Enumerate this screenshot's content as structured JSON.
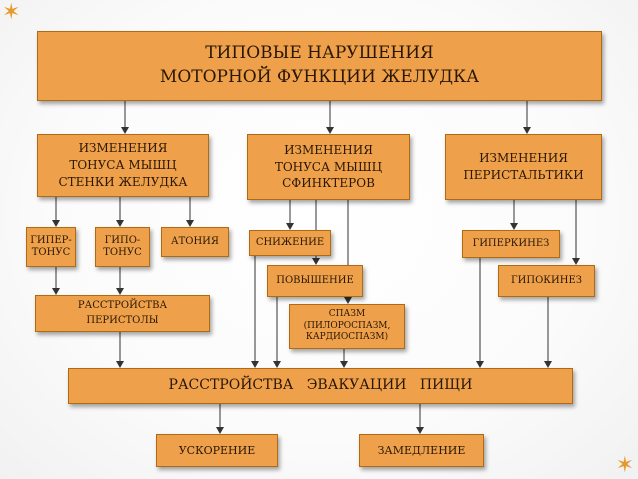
{
  "title": "ТИПОВЫЕ  НАРУШЕНИЯ\nМОТОРНОЙ  ФУНКЦИИ  ЖЕЛУДКА",
  "level1": {
    "wall": "ИЗМЕНЕНИЯ\nТОНУСА  МЫШЦ\nСТЕНКИ  ЖЕЛУДКА",
    "sphincter": "ИЗМЕНЕНИЯ\nТОНУСА  МЫШЦ\nСФИНКТЕРОВ",
    "peristalsis": "ИЗМЕНЕНИЯ\nПЕРИСТАЛЬТИКИ"
  },
  "level2": {
    "hypertonus": "ГИПЕР-\nТОНУС",
    "hypotonus": "ГИПО-\nТОНУС",
    "atony": "АТОНИЯ",
    "decrease": "СНИЖЕНИЕ",
    "increase": "ПОВЫШЕНИЕ",
    "spasm": "СПАЗМ\n(ПИЛОРОСПАЗМ,\nКАРДИОСПАЗМ)",
    "hyperkinesis": "ГИПЕРКИНЕЗ",
    "hypokinesis": "ГИПОКИНЕЗ"
  },
  "peristole": "РАССТРОЙСТВА\nПЕРИСТОЛЫ",
  "evacuation": "РАССТРОЙСТВА   ЭВАКУАЦИИ   ПИЩИ",
  "outcomes": {
    "acceleration": "УСКОРЕНИЕ",
    "deceleration": "ЗАМЕДЛЕНИЕ"
  },
  "colors": {
    "box_fill": "#eea14a",
    "box_border": "#b06a12",
    "text": "#2b1706",
    "arrow": "#333333"
  }
}
